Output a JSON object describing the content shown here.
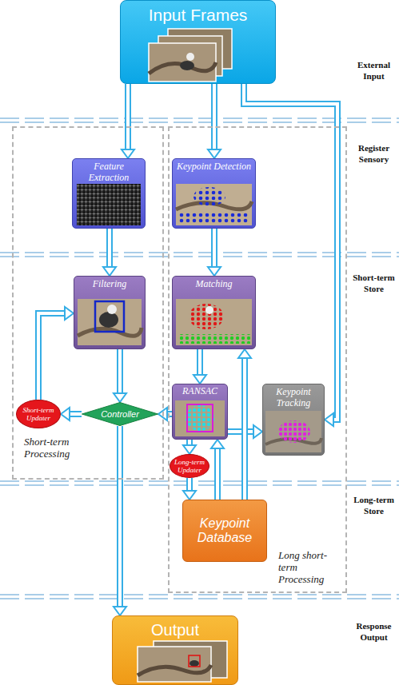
{
  "diagram": {
    "nodes": [
      {
        "text": [
          "Input Frames"
        ]
      },
      {
        "text": [
          "Short-term Processing"
        ]
      },
      {
        "text": [
          "Long short-term Processing"
        ]
      },
      {
        "text": [
          "Feature Extraction"
        ],
        "in": 1
      },
      {
        "text": [
          "Keypoint Detection"
        ],
        "in": 2
      },
      {
        "text": [
          "Filtering"
        ],
        "in": 1
      },
      {
        "text": [
          "Matching"
        ],
        "in": 2
      },
      {
        "text": [
          "Short-term Updater"
        ],
        "in": 1
      },
      {
        "text": [
          "Controller"
        ],
        "in": 1
      },
      {
        "text": [
          "RANSAC"
        ],
        "in": 2
      },
      {
        "text": [
          "Keypoint Tracking"
        ],
        "in": 2
      },
      {
        "text": [
          "Long-term Updater"
        ],
        "in": 2
      },
      {
        "text": [
          "Keypoint Database"
        ],
        "in": 2
      },
      {
        "text": [
          "Output"
        ]
      }
    ],
    "edges": [
      {
        "from": 0,
        "to": 3,
        "arrow": "to"
      },
      {
        "from": 0,
        "to": 4,
        "arrow": "to"
      },
      {
        "from": 0,
        "to": 10,
        "arrow": "to"
      },
      {
        "from": 3,
        "to": 5,
        "arrow": "to"
      },
      {
        "from": 4,
        "to": 6,
        "arrow": "to"
      },
      {
        "from": 5,
        "to": 8,
        "arrow": "to"
      },
      {
        "from": 6,
        "to": 9,
        "arrow": "to"
      },
      {
        "from": 9,
        "to": 8,
        "arrow": "to"
      },
      {
        "from": 8,
        "to": 7,
        "arrow": "to"
      },
      {
        "from": 7,
        "to": 5,
        "arrow": "to"
      },
      {
        "from": 8,
        "to": 13,
        "arrow": "to"
      },
      {
        "from": 9,
        "to": 10,
        "arrow": "to"
      },
      {
        "from": 9,
        "to": 11,
        "arrow": "to"
      },
      {
        "from": 11,
        "to": 12,
        "arrow": "to"
      },
      {
        "from": 12,
        "to": 9,
        "arrow": "to"
      },
      {
        "from": 12,
        "to": 6,
        "arrow": "to"
      }
    ],
    "labels": [
      "External Input",
      "Register Sensory",
      "Short-term Store",
      "Long-term Store",
      "Response Output"
    ]
  }
}
